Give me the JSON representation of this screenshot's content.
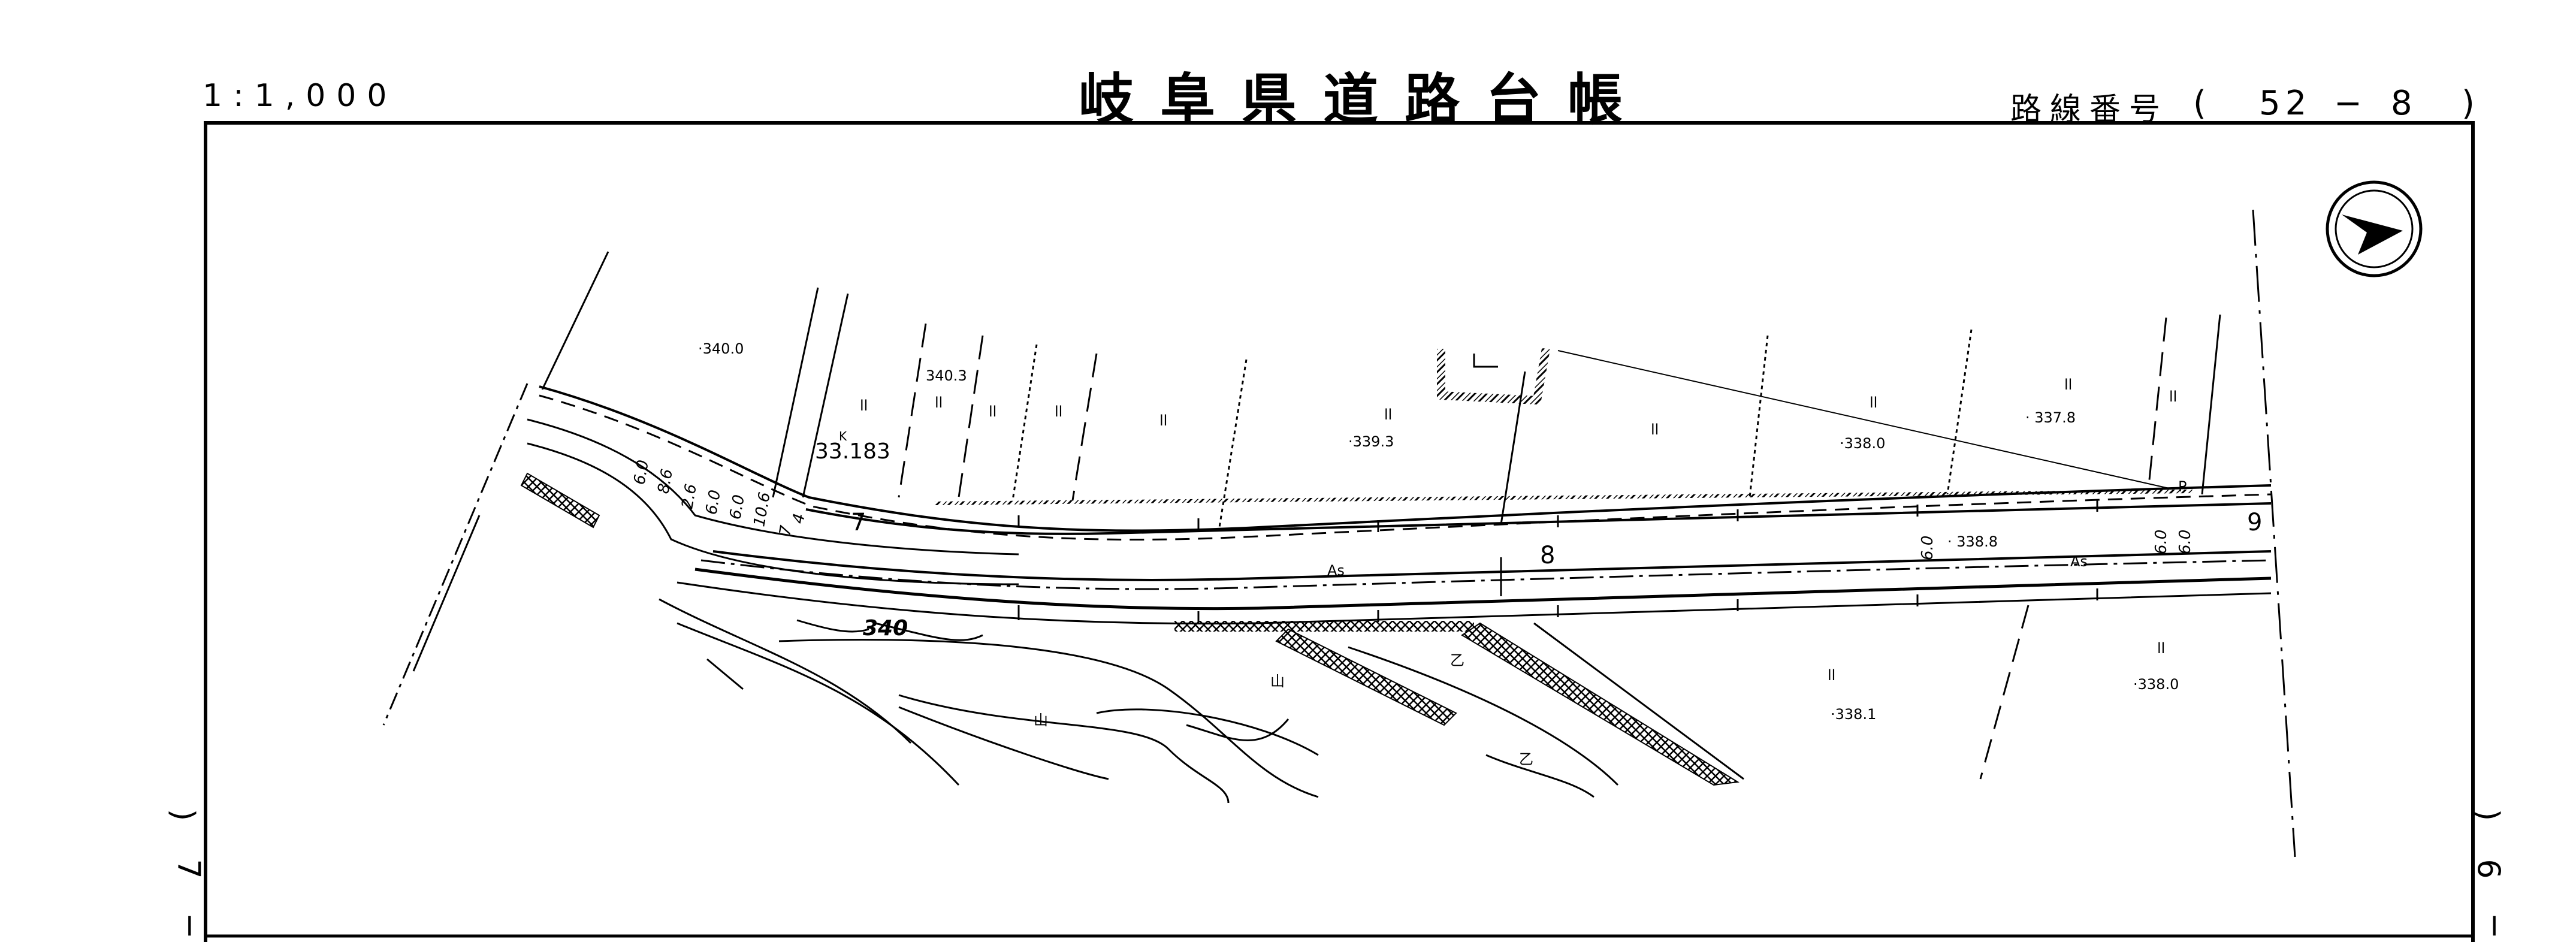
{
  "header": {
    "scale": "1:1,000",
    "title": "岐阜県道路台帳",
    "route_label": "路線番号",
    "route_open": "(",
    "route_major": "52",
    "route_dash": "−",
    "route_minor": "8",
    "route_close": ")"
  },
  "side": {
    "left_paren": ")",
    "left_num": "7",
    "left_dash": "−",
    "right_paren": "(",
    "right_num": "9",
    "right_dash": "−"
  },
  "map": {
    "compass_icon": "north-arrow-icon",
    "elevations": {
      "e1": "·340.0",
      "e2": "340.3",
      "e3": "·339.3",
      "e4": "·338.0",
      "e5": "· 337.8",
      "e6": "·338.1",
      "e7": "·338.0",
      "e8": "· 338.8"
    },
    "contour": "340",
    "station": "33.183",
    "station_sup": "K",
    "pavement_1": "As",
    "pavement_2": "As",
    "points": [
      "7",
      "8",
      "9"
    ],
    "widths": {
      "w1": "6.0",
      "w2": "8.6",
      "w3": "2.6",
      "w4": "6.0",
      "w5": "6.0",
      "w6": "10.6",
      "w7": "7",
      "w8": "4",
      "w9": "6.0",
      "w10": "6.0",
      "w11": "6.0"
    },
    "landuse": {
      "field": "ll",
      "mountain": "山",
      "wasteland": "乙"
    },
    "marker_p": "P"
  },
  "colors": {
    "ink": "#000000",
    "paper": "#ffffff"
  }
}
